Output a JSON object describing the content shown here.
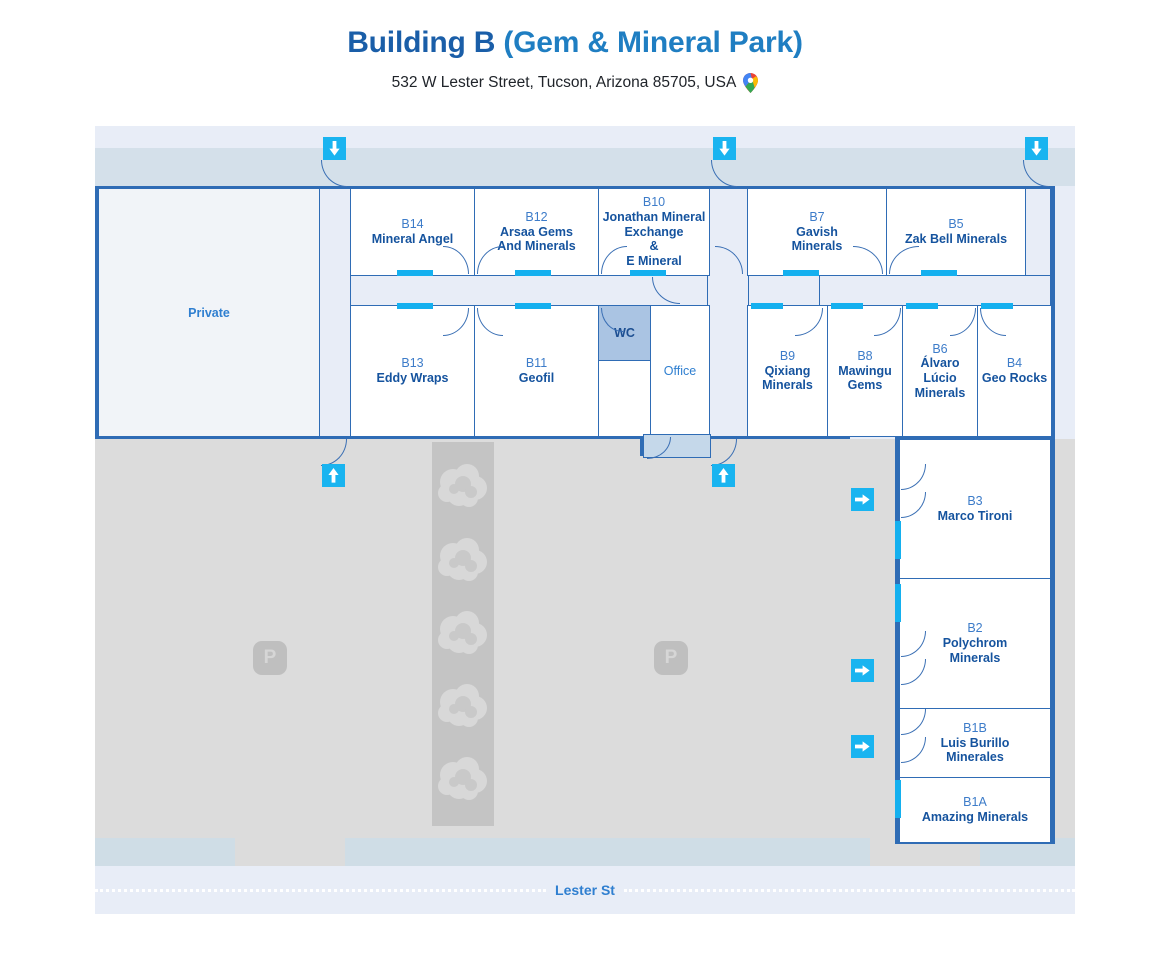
{
  "header": {
    "title_main": "Building B",
    "title_sub": " (Gem & Mineral Park)",
    "address": "532 W Lester Street, Tucson, Arizona 85705, USA",
    "pin_icon": "map-pin-icon"
  },
  "colors": {
    "title_blue": "#1a5ea8",
    "room_code_blue": "#3d7cc9",
    "room_name_blue": "#15539e",
    "wall_blue": "#2f6cb5",
    "window_cyan": "#14b0ef",
    "entrance_cyan": "#19b4f0",
    "wc_fill": "#aac4e3",
    "parking_grey": "#dcdcdc",
    "plan_bg": "#e8edf7"
  },
  "plan": {
    "private_label": "Private",
    "wc_label": "WC",
    "office_label": "Office",
    "parking_marker": "P",
    "street_label": "Lester St"
  },
  "rooms_top_row": [
    {
      "code": "B14",
      "name": "Mineral Angel"
    },
    {
      "code": "B12",
      "name": "Arsaa Gems\nAnd Minerals"
    },
    {
      "code": "B10",
      "name": "Jonathan Mineral\nExchange\n&\nE Mineral"
    },
    {
      "code": "B7",
      "name": "Gavish\nMinerals"
    },
    {
      "code": "B5",
      "name": "Zak Bell Minerals"
    }
  ],
  "rooms_bottom_row": [
    {
      "code": "B13",
      "name": "Eddy Wraps"
    },
    {
      "code": "B11",
      "name": "Geofil"
    },
    {
      "code": "B9",
      "name": "Qixiang\nMinerals"
    },
    {
      "code": "B8",
      "name": "Mawingu\nGems"
    },
    {
      "code": "B6",
      "name": "Álvaro\nLúcio\nMinerals"
    },
    {
      "code": "B4",
      "name": "Geo Rocks"
    }
  ],
  "rooms_right_column": [
    {
      "code": "B3",
      "name": "Marco Tironi"
    },
    {
      "code": "B2",
      "name": "Polychrom\nMinerals"
    },
    {
      "code": "B1B",
      "name": "Luis Burillo\nMinerales"
    },
    {
      "code": "B1A",
      "name": "Amazing Minerals"
    }
  ],
  "entrances": [
    {
      "name": "entrance-top-left",
      "direction": "down"
    },
    {
      "name": "entrance-top-middle",
      "direction": "down"
    },
    {
      "name": "entrance-top-right",
      "direction": "down"
    },
    {
      "name": "entrance-bottom-left",
      "direction": "up"
    },
    {
      "name": "entrance-bottom-mid",
      "direction": "up"
    },
    {
      "name": "entrance-right-b3",
      "direction": "right"
    },
    {
      "name": "entrance-right-b2",
      "direction": "right"
    },
    {
      "name": "entrance-right-b1b",
      "direction": "right"
    }
  ]
}
